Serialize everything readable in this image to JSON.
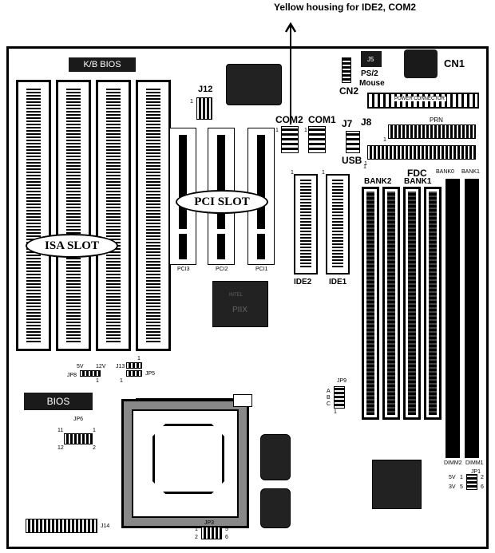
{
  "title": "Yellow housing for IDE2, COM2",
  "labels": {
    "kb_bios": "K/B BIOS",
    "j12": "J12",
    "j12_pin": "1",
    "cn1": "CN1",
    "j5": "J5",
    "ps2": "PS/2",
    "mouse": "Mouse",
    "cn2": "CN2",
    "power_connector": "POWER CONNECTOR",
    "com2": "COM2",
    "com1": "COM1",
    "com2_pin": "1",
    "com1_pin": "1",
    "j7": "J7",
    "j8": "J8",
    "usb": "USB",
    "usb_pin": "1",
    "prn": "PRN",
    "prn_pin": "1",
    "fdc": "FDC",
    "fdc_pin": "1",
    "pci_slot": "PCI SLOT",
    "isa_slot": "ISA SLOT",
    "pci3": "PCI3",
    "pci2": "PCI2",
    "pci1": "PCI1",
    "ide2": "IDE2",
    "ide1": "IDE1",
    "ide2_pin": "1",
    "ide1_pin": "1",
    "bank2": "BANK2",
    "bank1": "BANK1",
    "bank0": "BANK0",
    "bank1b": "BANK1",
    "jp9": "JP9",
    "jp9_a": "A",
    "jp9_b": "B",
    "jp9_c": "C",
    "jp9_1": "1",
    "bios": "BIOS",
    "jp6": "JP6",
    "jp6_11": "11",
    "jp6_1": "1",
    "jp6_12": "12",
    "jp6_2": "2",
    "jp8": "JP8",
    "v5": "5V",
    "v12": "12V",
    "jp8_1": "1",
    "j13": "J13",
    "j13_1": "1",
    "jp5": "JP5",
    "jp5_1": "1",
    "j14": "J14",
    "jp3": "JP3",
    "jp3_1": "1",
    "jp3_5": "5",
    "jp3_2": "2",
    "jp3_6": "6",
    "jp1": "JP1",
    "jp1_5v": "5V",
    "jp1_1": "1",
    "jp1_2": "2",
    "jp1_3v": "3V",
    "jp1_5": "5",
    "jp1_6": "6",
    "dimm2": "DIMM2",
    "dimm1": "DIMM1",
    "chip_top": "INTEL",
    "chip_mid": "PIIX"
  }
}
